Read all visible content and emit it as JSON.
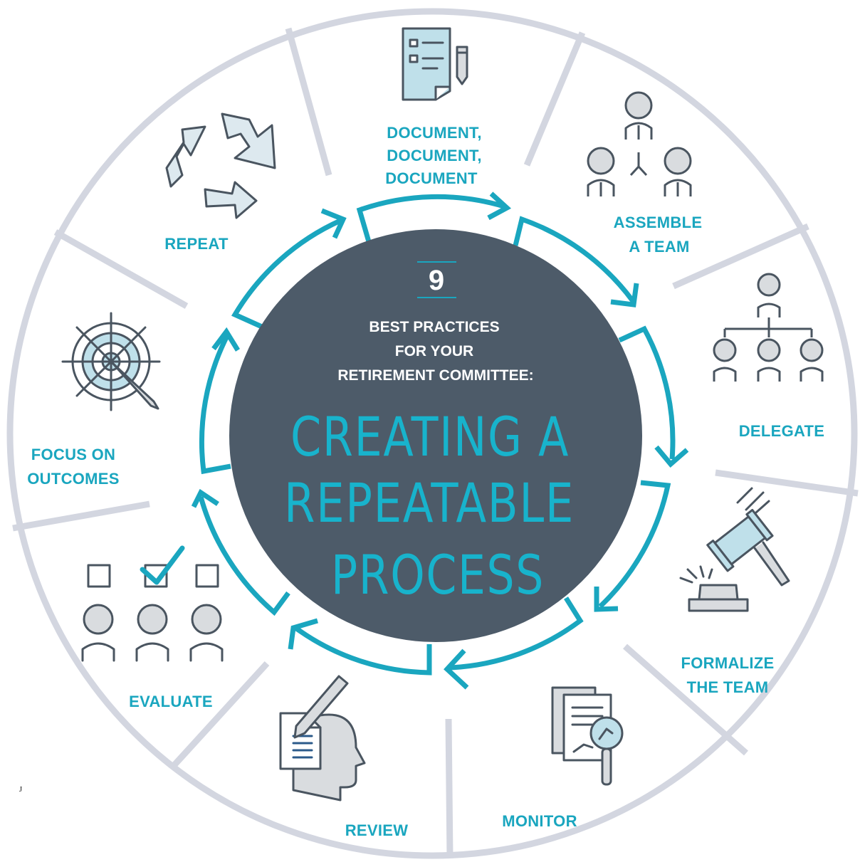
{
  "center": {
    "number": "9",
    "subtitle_lines": [
      "BEST PRACTICES",
      "FOR YOUR",
      "RETIREMENT COMMITTEE:"
    ],
    "title_lines": [
      "CREATING A",
      "REPEATABLE",
      "PROCESS"
    ]
  },
  "steps": [
    {
      "lines": [
        "DOCUMENT,",
        "DOCUMENT,",
        "DOCUMENT"
      ],
      "icon": "checklist-pencil-icon"
    },
    {
      "lines": [
        "ASSEMBLE",
        "A TEAM"
      ],
      "icon": "team-group-icon"
    },
    {
      "lines": [
        "DELEGATE"
      ],
      "icon": "org-chart-icon"
    },
    {
      "lines": [
        "FORMALIZE",
        "THE TEAM"
      ],
      "icon": "gavel-icon"
    },
    {
      "lines": [
        "MONITOR"
      ],
      "icon": "documents-magnifier-icon"
    },
    {
      "lines": [
        "REVIEW"
      ],
      "icon": "head-document-pencil-icon"
    },
    {
      "lines": [
        "EVALUATE"
      ],
      "icon": "vote-people-icon"
    },
    {
      "lines": [
        "FOCUS ON",
        "OUTCOMES"
      ],
      "icon": "target-arrow-icon"
    },
    {
      "lines": [
        "REPEAT"
      ],
      "icon": "recycle-arrows-icon"
    }
  ],
  "stray_mark": "J",
  "colors": {
    "teal": "#1aa6bf",
    "dark_slate": "#4d5b69",
    "ring_gray": "#d3d6e0",
    "icon_stroke": "#4a5560",
    "icon_fill_light": "#bfe0ea",
    "icon_fill_gray": "#d9dcdf"
  }
}
